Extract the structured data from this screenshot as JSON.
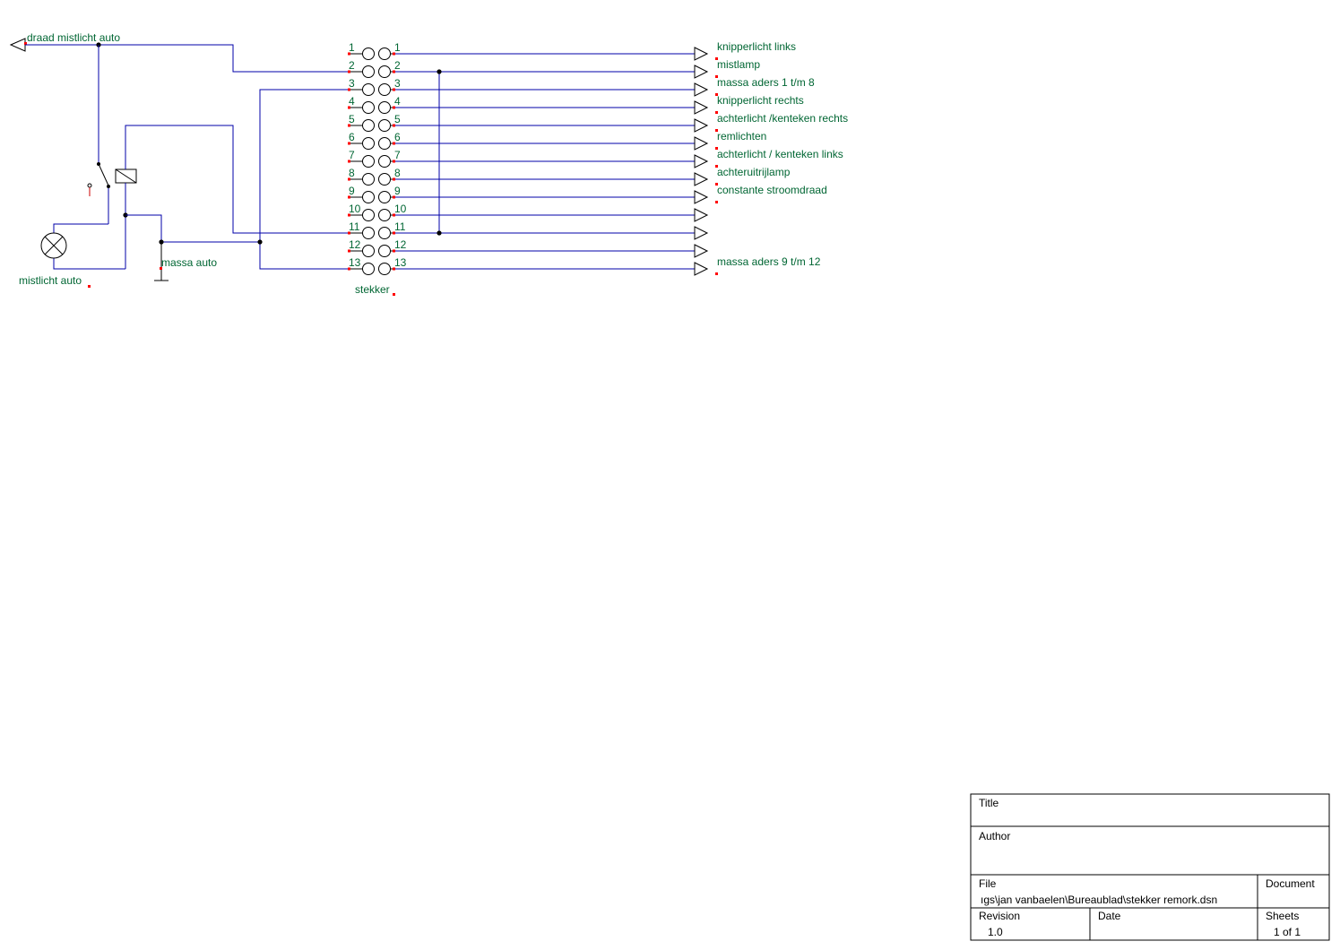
{
  "top_port": {
    "label": "draad mistlicht auto"
  },
  "lamp": {
    "label": "mistlicht auto"
  },
  "ground": {
    "label": "massa auto"
  },
  "connector": {
    "label": "stekker",
    "pins": [
      "1",
      "2",
      "3",
      "4",
      "5",
      "6",
      "7",
      "8",
      "9",
      "10",
      "11",
      "12",
      "13"
    ],
    "outputs": [
      "knipperlicht links",
      "mistlamp",
      "massa aders 1 t/m 8",
      "knipperlicht rechts",
      "achterlicht /kenteken rechts",
      "remlichten",
      "achterlicht / kenteken links",
      "achteruitrijlamp",
      "constante stroomdraad",
      "",
      "",
      "",
      "massa aders 9 t/m 12"
    ]
  },
  "title_block": {
    "title_label": "Title",
    "author_label": "Author",
    "file_label": "File",
    "file_value": "ıgs\\jan vanbaelen\\Bureaublad\\stekker remork.dsn",
    "document_label": "Document",
    "revision_label": "Revision",
    "revision_value": "1.0",
    "date_label": "Date",
    "sheets_label": "Sheets",
    "sheets_value": "1 of 1"
  }
}
